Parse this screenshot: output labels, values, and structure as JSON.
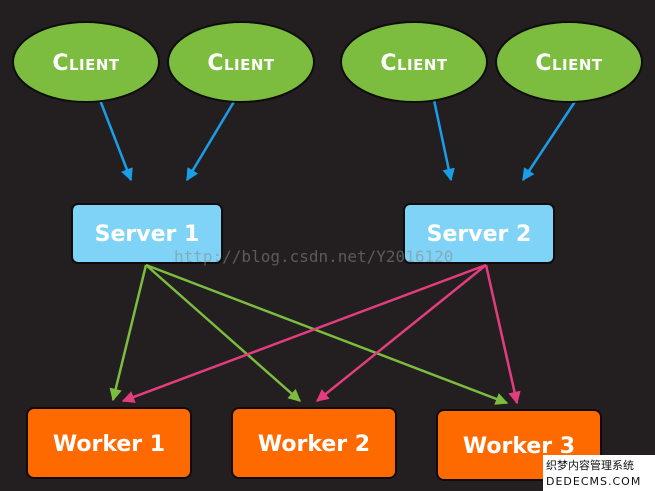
{
  "colors": {
    "background": "#231f20",
    "client_fill": "#7cbd3f",
    "server_fill": "#7fd3f7",
    "worker_fill": "#ff6a00",
    "client_arrow": "#1a9ee8",
    "server1_arrow": "#7cbd3f",
    "server2_arrow": "#e23d7e"
  },
  "clients": [
    {
      "label": "Client"
    },
    {
      "label": "Client"
    },
    {
      "label": "Client"
    },
    {
      "label": "Client"
    }
  ],
  "servers": [
    {
      "label": "Server 1"
    },
    {
      "label": "Server 2"
    }
  ],
  "workers": [
    {
      "label": "Worker 1"
    },
    {
      "label": "Worker 2"
    },
    {
      "label": "Worker 3"
    }
  ],
  "edges": [
    {
      "from": "client-1",
      "to": "server-1"
    },
    {
      "from": "client-2",
      "to": "server-1"
    },
    {
      "from": "client-3",
      "to": "server-2"
    },
    {
      "from": "client-4",
      "to": "server-2"
    },
    {
      "from": "server-1",
      "to": "worker-1"
    },
    {
      "from": "server-1",
      "to": "worker-2"
    },
    {
      "from": "server-1",
      "to": "worker-3"
    },
    {
      "from": "server-2",
      "to": "worker-1"
    },
    {
      "from": "server-2",
      "to": "worker-2"
    },
    {
      "from": "server-2",
      "to": "worker-3"
    }
  ],
  "watermark": {
    "text": "http://blog.csdn.net/Y2016120",
    "corner_line1": "织梦内容管理系统",
    "corner_line2": "DEDECMS.COM"
  }
}
